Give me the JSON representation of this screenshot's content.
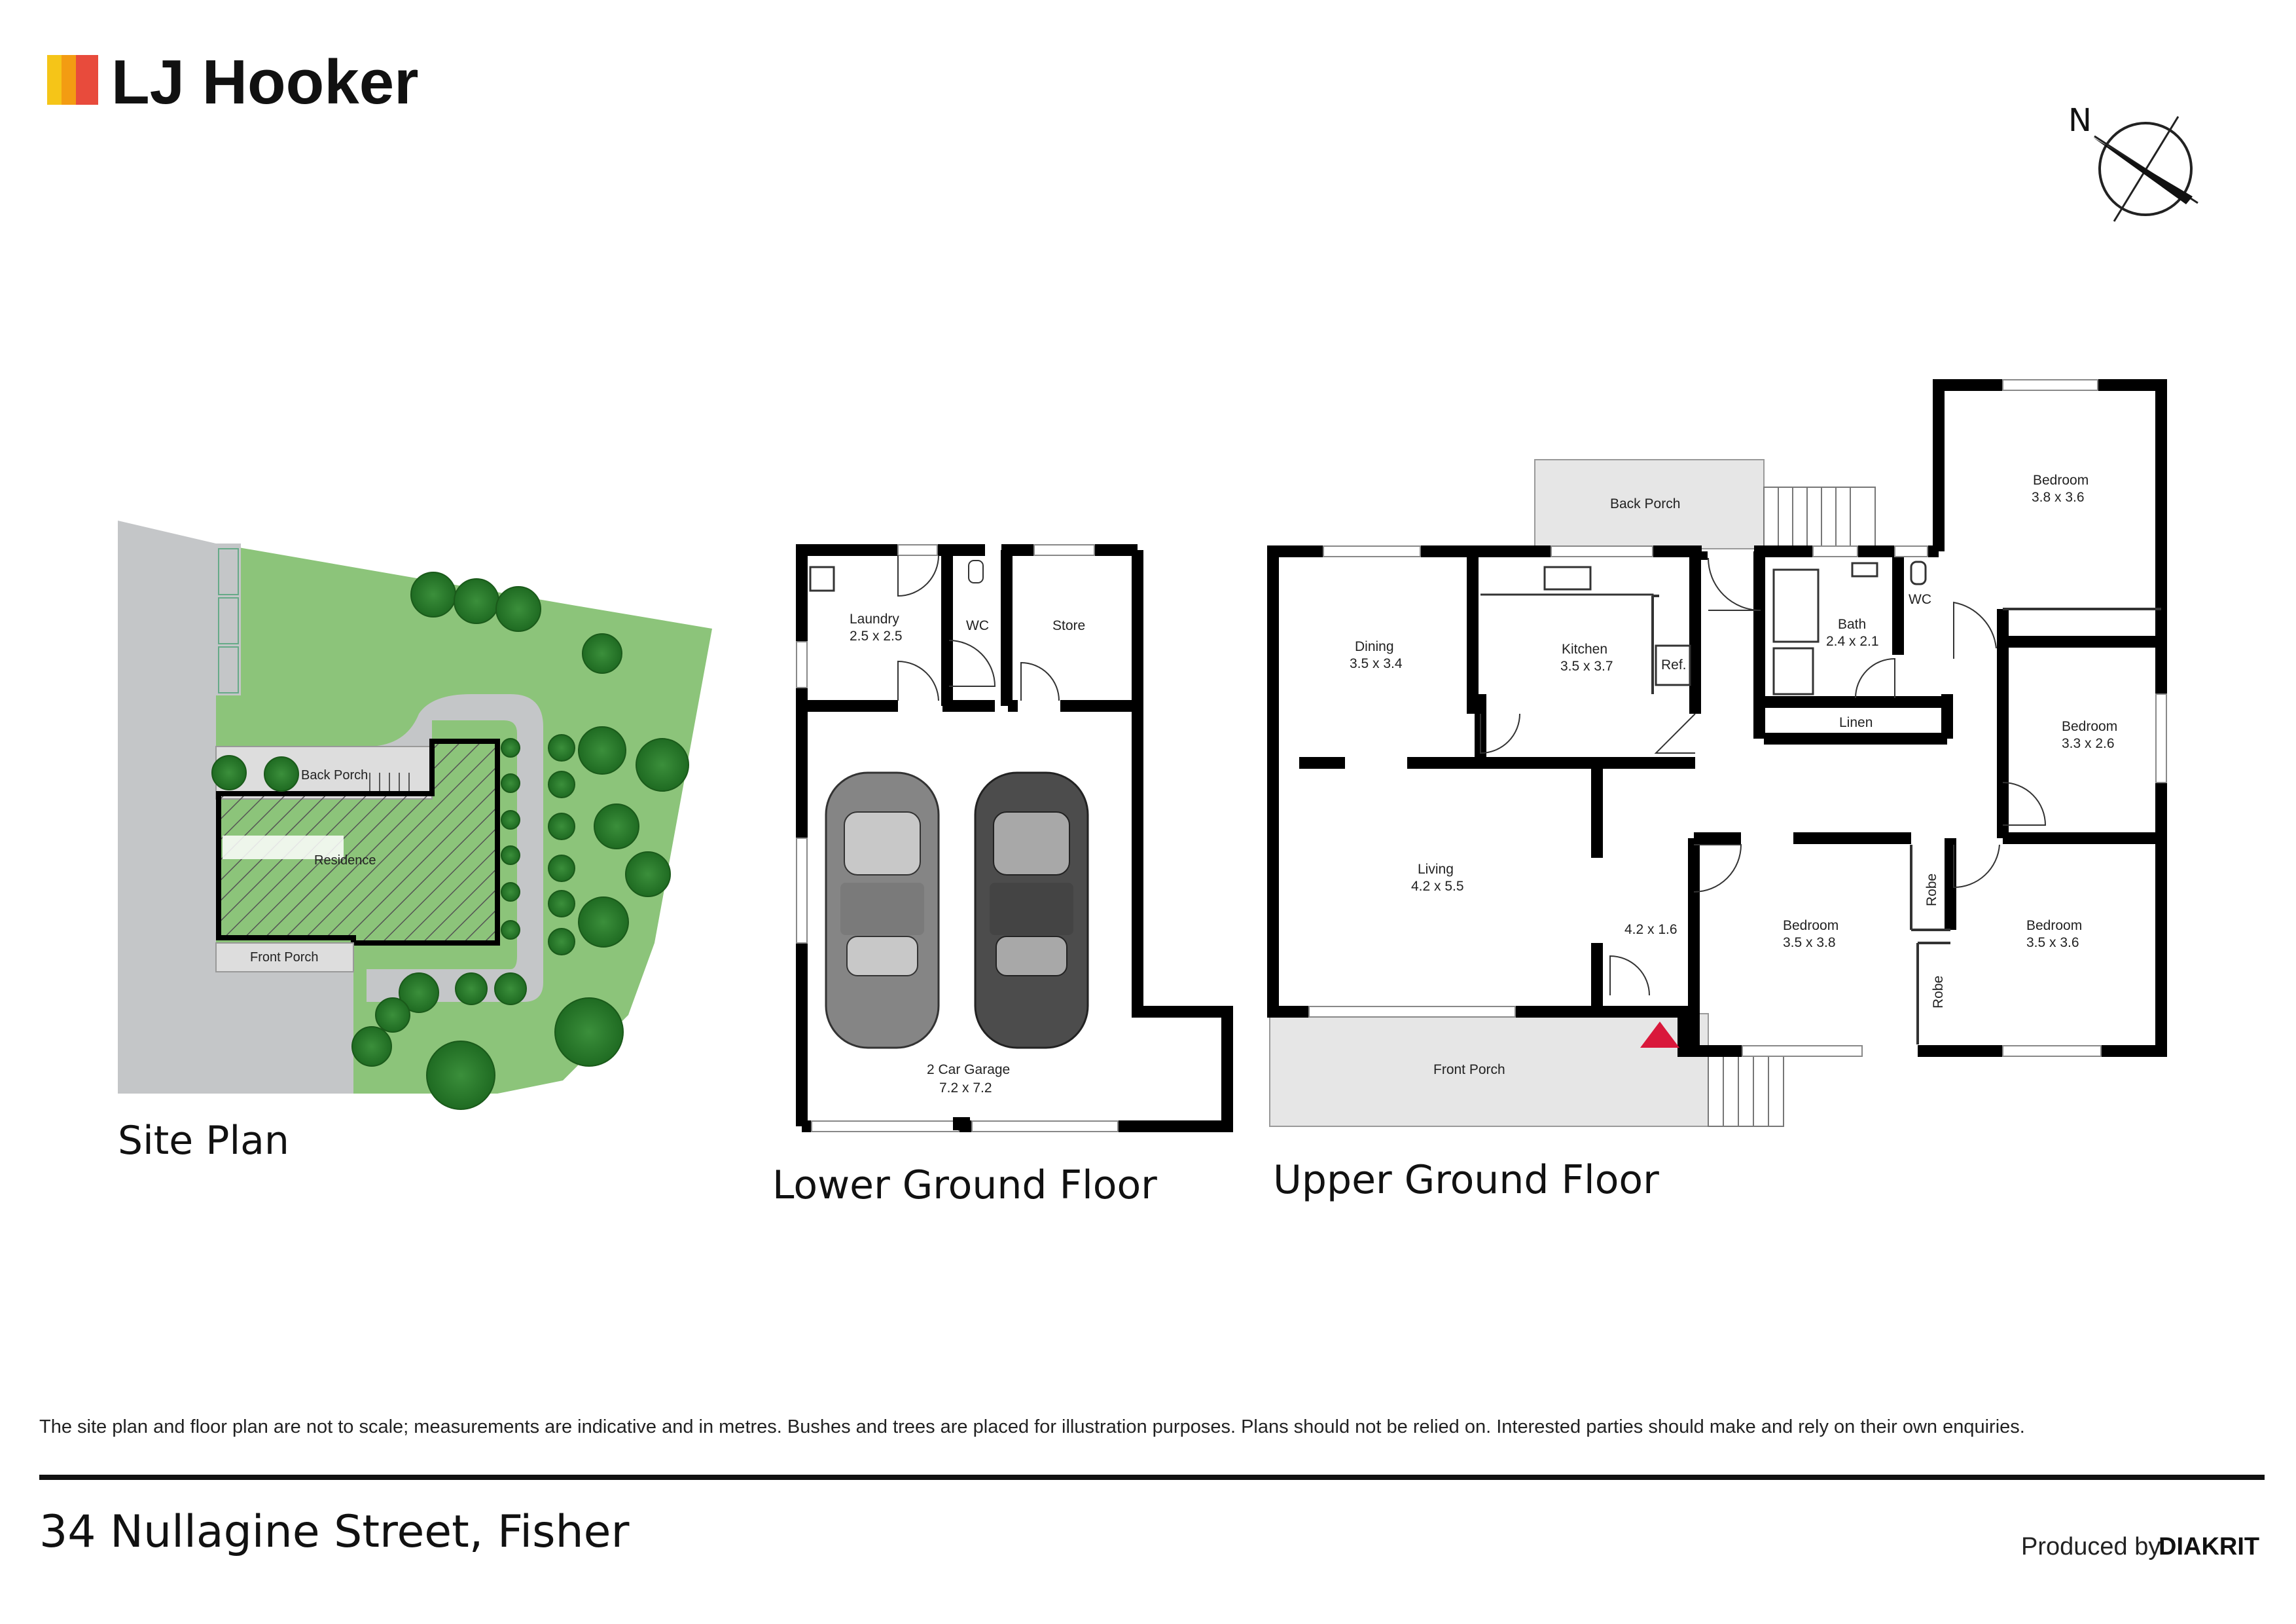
{
  "brand": {
    "name": "LJ Hooker",
    "stripe_colors": [
      "#f5c518",
      "#f39c12",
      "#e84b3c"
    ]
  },
  "compass": {
    "north_label": "N"
  },
  "site_plan": {
    "title": "Site Plan",
    "back_porch": "Back Porch",
    "residence": "Residence",
    "front_porch": "Front Porch"
  },
  "lower_ground": {
    "title": "Lower Ground Floor",
    "rooms": {
      "laundry": {
        "name": "Laundry",
        "size": "2.5 x 2.5"
      },
      "wc": {
        "name": "WC"
      },
      "store": {
        "name": "Store"
      },
      "garage": {
        "name": "2 Car Garage",
        "size": "7.2 x 7.2"
      }
    }
  },
  "upper_ground": {
    "title": "Upper Ground Floor",
    "rooms": {
      "back_porch": {
        "name": "Back Porch"
      },
      "dining": {
        "name": "Dining",
        "size": "3.5 x 3.4"
      },
      "kitchen": {
        "name": "Kitchen",
        "size": "3.5 x 3.7"
      },
      "ref": {
        "name": "Ref."
      },
      "bath": {
        "name": "Bath",
        "size": "2.4 x 2.1"
      },
      "wc": {
        "name": "WC"
      },
      "linen": {
        "name": "Linen"
      },
      "bed1": {
        "name": "Bedroom",
        "size": "3.8 x 3.6"
      },
      "bed2": {
        "name": "Bedroom",
        "size": "3.3 x 2.6"
      },
      "bed3": {
        "name": "Bedroom",
        "size": "3.5 x 3.8"
      },
      "bed4": {
        "name": "Bedroom",
        "size": "3.5 x 3.6"
      },
      "robe1": {
        "name": "Robe"
      },
      "robe2": {
        "name": "Robe"
      },
      "living": {
        "name": "Living",
        "size": "4.2 x 5.5"
      },
      "entry": {
        "size": "4.2 x 1.6"
      },
      "front_porch": {
        "name": "Front Porch"
      }
    }
  },
  "disclaimer": "The site plan and floor plan are not to scale; measurements are indicative and in metres. Bushes and trees are placed for illustration purposes. Plans should not be relied on. Interested parties should make and rely on their own enquiries.",
  "address": "34 Nullagine Street, Fisher",
  "producer": {
    "prefix": "Produced by",
    "name": "DIAKRIT"
  },
  "colors": {
    "grass": "#8cc47a",
    "tree": "#2d7a2d",
    "paving": "#c4c6c8",
    "wall": "#000000",
    "porch": "#e6e6e6",
    "entry_marker": "#d9183b"
  }
}
